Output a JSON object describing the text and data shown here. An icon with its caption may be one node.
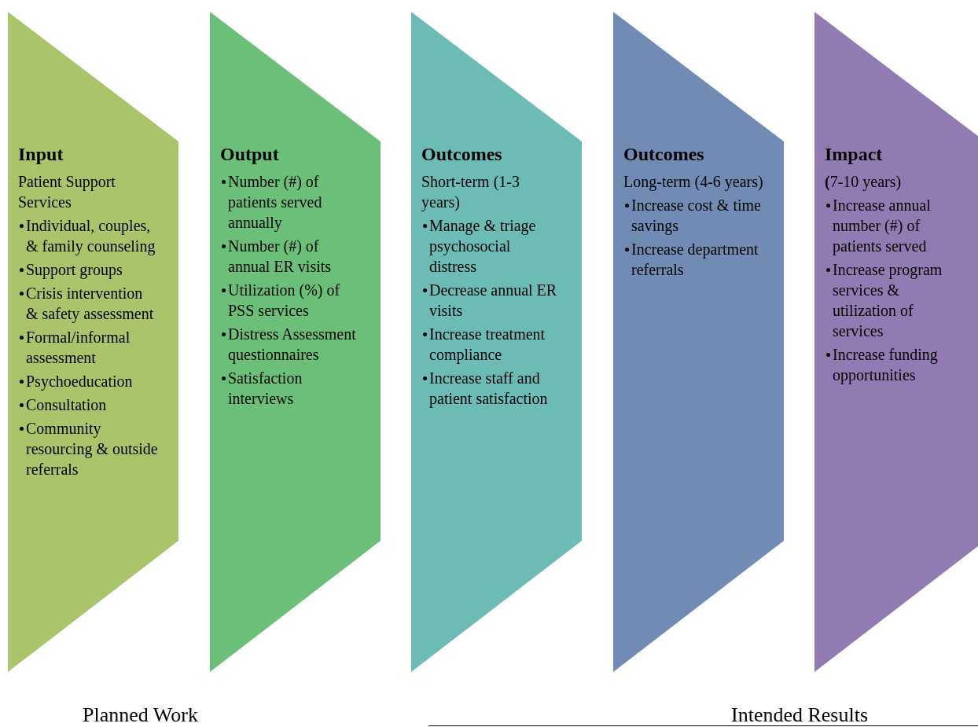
{
  "diagram": {
    "nodes": [
      {
        "text": [
          "Input",
          "Patient Support Services",
          "Individual, couples, & family counseling",
          "Support groups",
          "Crisis intervention & safety assessment",
          "Formal/informal assessment",
          "Psychoeducation",
          "Consultation",
          "Community resourcing & outside referrals"
        ]
      },
      {
        "text": [
          "Output",
          "Number (#) of patients served annually",
          "Number (#) of annual ER visits",
          "Utilization (%) of PSS services",
          "Distress Assessment questionnaires",
          "Satisfaction interviews"
        ]
      },
      {
        "text": [
          "Outcomes",
          "Short-term (1-3 years)",
          "Manage & triage psychosocial distress",
          "Decrease annual ER visits",
          "Increase treatment compliance",
          "Increase staff and patient satisfaction"
        ]
      },
      {
        "text": [
          "Outcomes",
          "Long-term (4-6 years)",
          "Increase cost & time savings",
          "Increase department referrals"
        ]
      },
      {
        "text": [
          "Impact",
          "**(**7-10 years)",
          "Increase annual number (#) of patients served",
          "Increase program services & utilization of services",
          "Increase funding opportunities"
        ]
      }
    ],
    "labels": [
      "Planned Work",
      "Intended Results"
    ]
  }
}
